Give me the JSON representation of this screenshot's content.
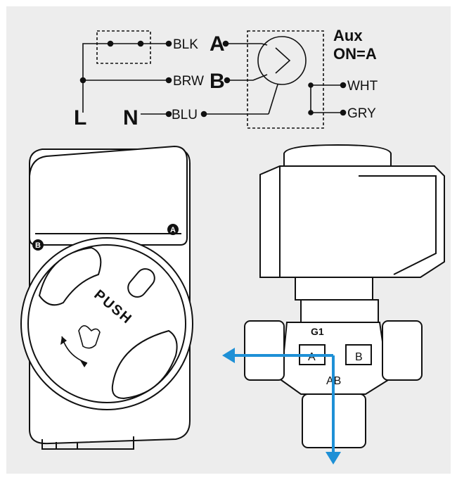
{
  "wiring": {
    "wire_blk": "BLK",
    "wire_brw": "BRW",
    "wire_blu": "BLU",
    "wire_wht": "WHT",
    "wire_gry": "GRY",
    "term_a": "A",
    "term_b": "B",
    "term_l": "L",
    "term_n": "N",
    "aux_title": "Aux",
    "aux_state": "ON=A"
  },
  "actuator_front": {
    "push_label": "PUSH",
    "port_a_badge": "A",
    "port_b_badge": "B"
  },
  "valve_side": {
    "thread_label": "G1",
    "port_a": "A",
    "port_b": "B",
    "port_ab": "AB"
  },
  "colors": {
    "panel_bg": "#ededed",
    "line": "#111111",
    "flow_arrow": "#1e90d6"
  }
}
